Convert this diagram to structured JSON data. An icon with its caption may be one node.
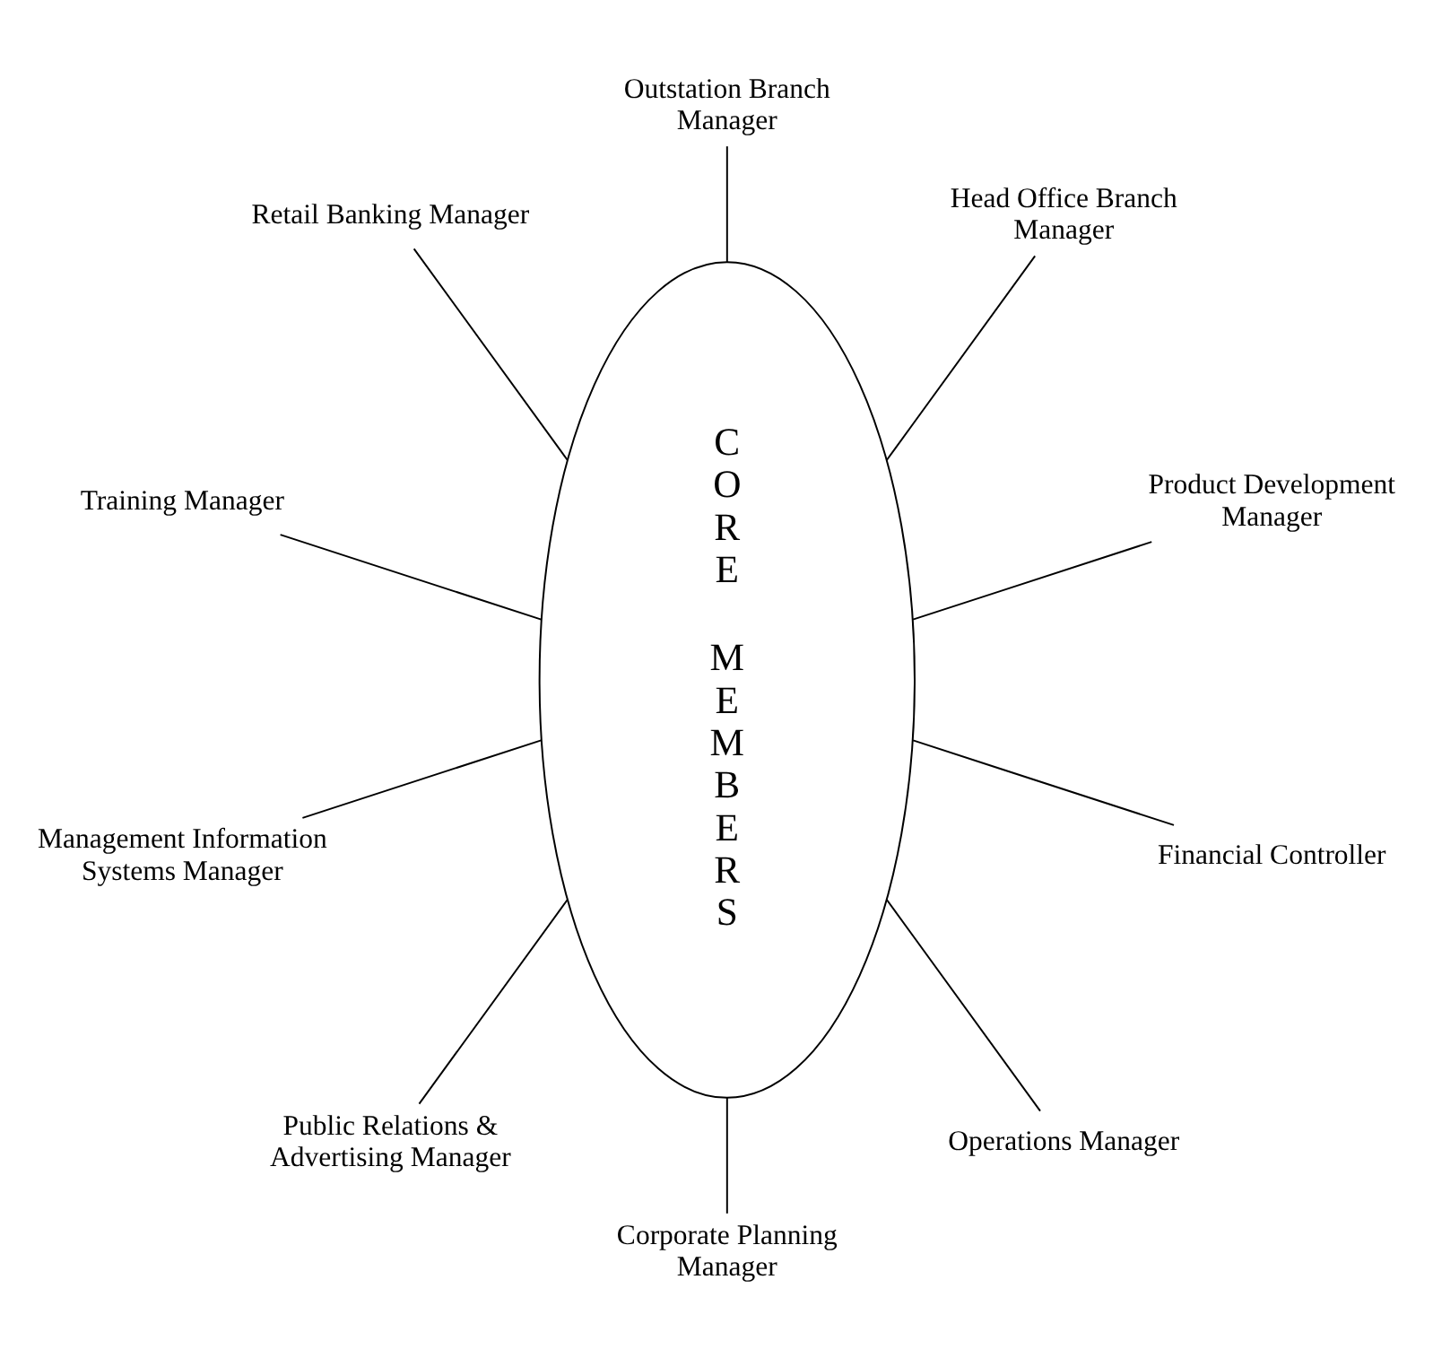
{
  "diagram": {
    "nodes": [
      {
        "text": [
          "CORE MEMBERS"
        ]
      },
      {
        "text": [
          "Product Development Manager"
        ]
      },
      {
        "text": [
          "Head Office Branch Manager"
        ]
      },
      {
        "text": [
          "Outstation Branch Manager"
        ]
      },
      {
        "text": [
          "Retail Banking Manager"
        ]
      },
      {
        "text": [
          "Training Manager"
        ]
      },
      {
        "text": [
          "Management Information Systems Manager"
        ]
      },
      {
        "text": [
          "Public Relations & Advertising Manager"
        ]
      },
      {
        "text": [
          "Corporate Planning Manager"
        ]
      },
      {
        "text": [
          "Operations Manager"
        ]
      },
      {
        "text": [
          "Financial Controller"
        ]
      }
    ],
    "edges": [
      {
        "from": 0,
        "to": 1,
        "arrow": "none"
      },
      {
        "from": 0,
        "to": 2,
        "arrow": "none"
      },
      {
        "from": 0,
        "to": 3,
        "arrow": "none"
      },
      {
        "from": 0,
        "to": 4,
        "arrow": "none"
      },
      {
        "from": 0,
        "to": 5,
        "arrow": "none"
      },
      {
        "from": 0,
        "to": 6,
        "arrow": "none"
      },
      {
        "from": 0,
        "to": 7,
        "arrow": "none"
      },
      {
        "from": 0,
        "to": 8,
        "arrow": "none"
      },
      {
        "from": 0,
        "to": 9,
        "arrow": "none"
      },
      {
        "from": 0,
        "to": 10,
        "arrow": "none"
      }
    ]
  }
}
